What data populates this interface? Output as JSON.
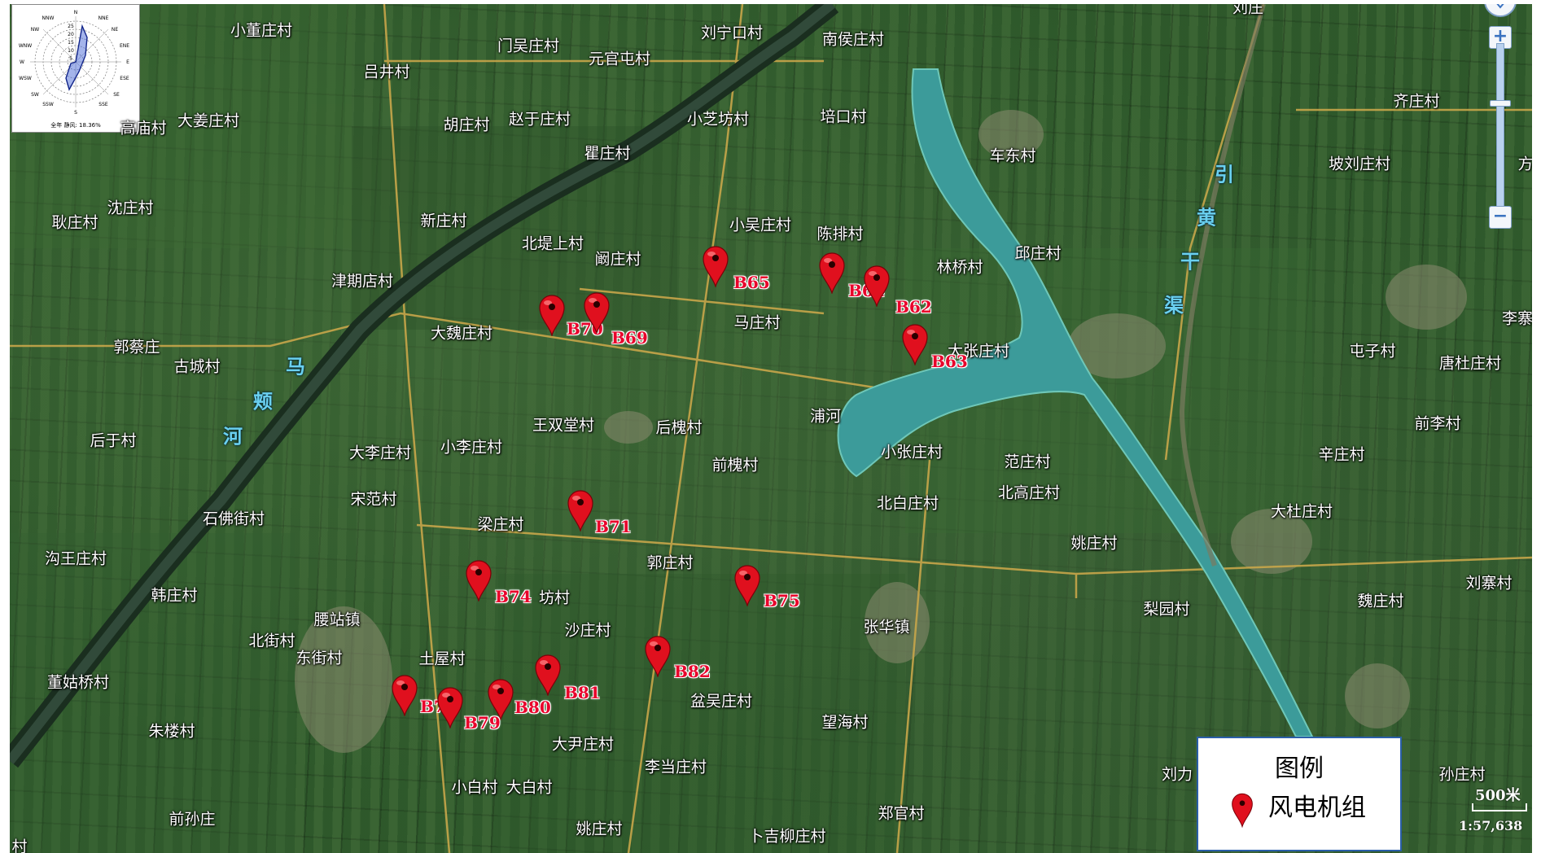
{
  "wind_rose": {
    "directions": [
      "N",
      "NNE",
      "NE",
      "ENE",
      "E",
      "ESE",
      "SE",
      "SSE",
      "S",
      "SSW",
      "SW",
      "WSW",
      "W",
      "WNW",
      "NW",
      "NNW"
    ],
    "rings": [
      "5",
      "10",
      "15",
      "20",
      "25"
    ],
    "caption": "全年  静风: 18.36%"
  },
  "places": [
    {
      "name": "小董庄村",
      "id": "xiaodong"
    },
    {
      "name": "门吴庄村",
      "id": "menwu"
    },
    {
      "name": "刘宁口村",
      "id": "liuning"
    },
    {
      "name": "南侯庄村",
      "id": "nanhou"
    },
    {
      "name": "吕井村",
      "id": "lvjing"
    },
    {
      "name": "元官屯村",
      "id": "yuanguan"
    },
    {
      "name": "大姜庄村",
      "id": "dajiang"
    },
    {
      "name": "胡庄村",
      "id": "hu"
    },
    {
      "name": "赵于庄村",
      "id": "zhaoyu"
    },
    {
      "name": "小芝坊村",
      "id": "xiaozhi"
    },
    {
      "name": "培口村",
      "id": "peikou"
    },
    {
      "name": "齐庄村",
      "id": "qi"
    },
    {
      "name": "瞿庄村",
      "id": "qu"
    },
    {
      "name": "车东村",
      "id": "chedong"
    },
    {
      "name": "坡刘庄村",
      "id": "poliu"
    },
    {
      "name": "沈庄村",
      "id": "shen"
    },
    {
      "name": "新庄村",
      "id": "xin"
    },
    {
      "name": "耿庄村",
      "id": "geng"
    },
    {
      "name": "小吴庄村",
      "id": "xiaowu"
    },
    {
      "name": "陈排村",
      "id": "chenpai"
    },
    {
      "name": "北堤上村",
      "id": "beidi"
    },
    {
      "name": "阚庄村",
      "id": "kan"
    },
    {
      "name": "邱庄村",
      "id": "qiu"
    },
    {
      "name": "林桥村",
      "id": "linqiao"
    },
    {
      "name": "津期店村",
      "id": "jinqi"
    },
    {
      "name": "马庄村",
      "id": "ma"
    },
    {
      "name": "大魏庄村",
      "id": "dawei"
    },
    {
      "name": "郭蔡庄",
      "id": "guocai"
    },
    {
      "name": "古城村",
      "id": "gucheng"
    },
    {
      "name": "大张庄村",
      "id": "dazhang"
    },
    {
      "name": "屯子村",
      "id": "tunzi"
    },
    {
      "name": "唐杜庄村",
      "id": "tangdu"
    },
    {
      "name": "浦河",
      "id": "puhe"
    },
    {
      "name": "王双堂村",
      "id": "wangshuang"
    },
    {
      "name": "后槐村",
      "id": "houhuai"
    },
    {
      "name": "前李村",
      "id": "qianli"
    },
    {
      "name": "后于村",
      "id": "houyu"
    },
    {
      "name": "大李庄村",
      "id": "dali"
    },
    {
      "name": "小李庄村",
      "id": "xiaoli"
    },
    {
      "name": "前槐村",
      "id": "qianhuai"
    },
    {
      "name": "小张庄村",
      "id": "xiaozhang"
    },
    {
      "name": "范庄村",
      "id": "fan"
    },
    {
      "name": "辛庄村",
      "id": "xin2"
    },
    {
      "name": "北高庄村",
      "id": "beigao"
    },
    {
      "name": "宋范村",
      "id": "songfan"
    },
    {
      "name": "北白庄村",
      "id": "beibai"
    },
    {
      "name": "石佛街村",
      "id": "shifo"
    },
    {
      "name": "大杜庄村",
      "id": "dadu"
    },
    {
      "name": "梁庄村",
      "id": "liang"
    },
    {
      "name": "姚庄村",
      "id": "yao"
    },
    {
      "name": "沟王庄村",
      "id": "gouwang"
    },
    {
      "name": "郭庄村",
      "id": "guo"
    },
    {
      "name": "刘寨村",
      "id": "liuzhai"
    },
    {
      "name": "坊村",
      "id": "fang"
    },
    {
      "name": "韩庄村",
      "id": "han"
    },
    {
      "name": "魏庄村",
      "id": "wei"
    },
    {
      "name": "梨园村",
      "id": "liyuan"
    },
    {
      "name": "腰站镇",
      "id": "yaozhan"
    },
    {
      "name": "沙庄村",
      "id": "sha"
    },
    {
      "name": "张华镇",
      "id": "zhanghua"
    },
    {
      "name": "北街村",
      "id": "beijie"
    },
    {
      "name": "东街村",
      "id": "dongjie"
    },
    {
      "name": "土屋村",
      "id": "tuwu"
    },
    {
      "name": "董姑桥村",
      "id": "donggu"
    },
    {
      "name": "盆吴庄村",
      "id": "penwu"
    },
    {
      "name": "望海村",
      "id": "wanghai"
    },
    {
      "name": "朱楼村",
      "id": "zhulou"
    },
    {
      "name": "大尹庄村",
      "id": "dayin"
    },
    {
      "name": "李当庄村",
      "id": "lidang"
    },
    {
      "name": "刘力",
      "id": "liuli"
    },
    {
      "name": "孙庄村",
      "id": "sun"
    },
    {
      "name": "小白村",
      "id": "xiaobai"
    },
    {
      "name": "大白村",
      "id": "dabai"
    },
    {
      "name": "前孙庄",
      "id": "qiansun"
    },
    {
      "name": "郑官村",
      "id": "zhengguan"
    },
    {
      "name": "姚庄村",
      "id": "yao2"
    },
    {
      "name": "卜吉柳庄村",
      "id": "bujiliu"
    },
    {
      "name": "刘庄",
      "id": "liu2"
    },
    {
      "name": "高庙村",
      "id": "gaomiao"
    },
    {
      "name": "李寨",
      "id": "lizhai"
    },
    {
      "name": "方",
      "id": "fang2"
    },
    {
      "name": "村",
      "id": "cun"
    }
  ],
  "canal_labels": [
    {
      "text": "马",
      "id": "ma-char"
    },
    {
      "text": "颊",
      "id": "jia-char"
    },
    {
      "text": "河",
      "id": "he-char"
    },
    {
      "text": "引",
      "id": "yin-char"
    },
    {
      "text": "黄",
      "id": "huang-char"
    },
    {
      "text": "干",
      "id": "gan-char"
    },
    {
      "text": "渠",
      "id": "qu-char"
    }
  ],
  "turbines": [
    {
      "label": "B65"
    },
    {
      "label": "B64"
    },
    {
      "label": "B62"
    },
    {
      "label": "B70"
    },
    {
      "label": "B69"
    },
    {
      "label": "B63"
    },
    {
      "label": "B71"
    },
    {
      "label": "B74"
    },
    {
      "label": "B75"
    },
    {
      "label": "B82"
    },
    {
      "label": "B81"
    },
    {
      "label": "B78"
    },
    {
      "label": "B79"
    },
    {
      "label": "B80"
    }
  ],
  "legend": {
    "title": "图例",
    "item_label": "风电机组"
  },
  "scale": {
    "distance": "500米",
    "ratio": "1:57,638"
  },
  "colors": {
    "marker": "#e0101e",
    "label": "#e8002a",
    "water": "#3c9b9a",
    "legend_border": "#2a5ea8"
  }
}
